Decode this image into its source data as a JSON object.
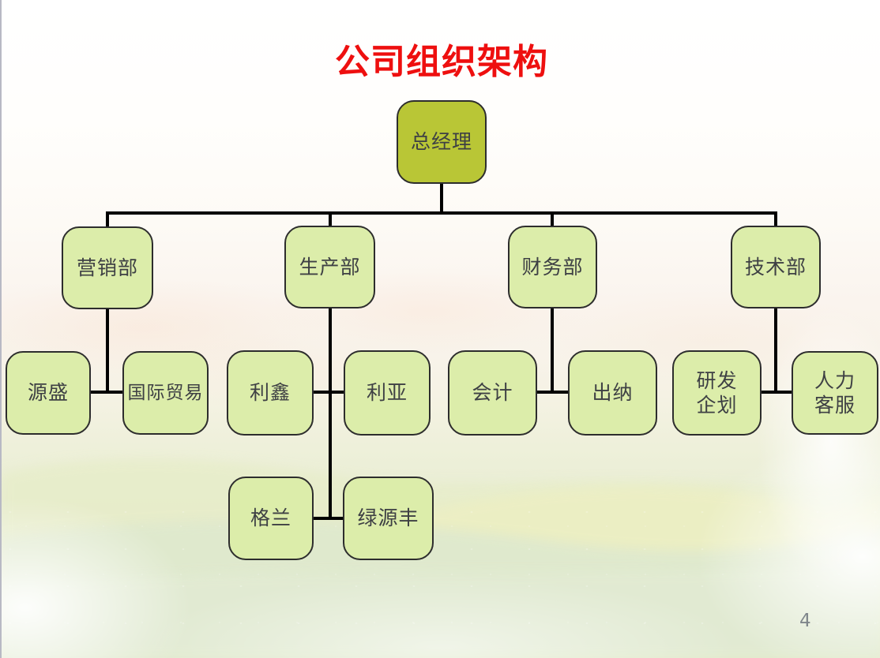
{
  "slide": {
    "title": "公司组织架构",
    "page_number": "4",
    "colors": {
      "title_red": "#ee0f0f",
      "root_node_fill": "#b9c636",
      "node_fill": "#dcedaa",
      "node_border": "#2d2d2d",
      "connector_black": "#000000",
      "node_text": "#3e4044",
      "page_number_gray": "#7f868b",
      "meadow_green": "#e3ead2"
    }
  },
  "org_chart": {
    "nodes": {
      "ceo": {
        "label": "总经理"
      },
      "marketing": {
        "label": "营销部"
      },
      "production": {
        "label": "生产部"
      },
      "finance": {
        "label": "财务部"
      },
      "tech": {
        "label": "技术部"
      },
      "yuansheng": {
        "label": "源盛"
      },
      "intl_trade": {
        "label": "国际贸易"
      },
      "lixin": {
        "label": "利鑫"
      },
      "liya": {
        "label": "利亚"
      },
      "accounting": {
        "label": "会计"
      },
      "cashier": {
        "label": "出纳"
      },
      "rd_planning": {
        "label": "研发\n企划"
      },
      "hr_service": {
        "label": "人力\n客服"
      },
      "gelan": {
        "label": "格兰"
      },
      "lvyuanfeng": {
        "label": "绿源丰"
      }
    },
    "hierarchy": [
      {
        "parent": "总经理",
        "children": [
          "营销部",
          "生产部",
          "财务部",
          "技术部"
        ]
      },
      {
        "parent": "营销部",
        "children": [
          "源盛",
          "国际贸易"
        ]
      },
      {
        "parent": "生产部",
        "children": [
          "利鑫",
          "利亚",
          "格兰",
          "绿源丰"
        ]
      },
      {
        "parent": "财务部",
        "children": [
          "会计",
          "出纳"
        ]
      },
      {
        "parent": "技术部",
        "children": [
          "研发企划",
          "人力客服"
        ]
      }
    ]
  }
}
